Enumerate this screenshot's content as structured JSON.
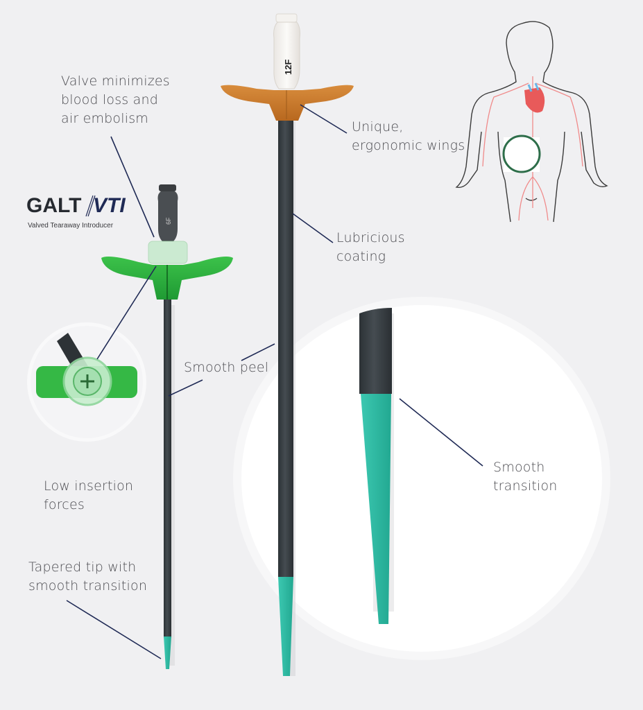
{
  "brand": {
    "logo_main": "GALT",
    "logo_suffix": "VTI",
    "logo_subtitle": "Valved Tearaway Introducer",
    "accent_navy": "#1f2a55",
    "valve_green": "#2fae3f",
    "wing_orange": "#c87a2e",
    "tip_teal": "#2fb8a2",
    "sheath_gray": "#3b4145"
  },
  "devices": [
    {
      "name": "small-introducer",
      "hub_size_label": "6F",
      "wing_color": "green"
    },
    {
      "name": "large-introducer",
      "hub_size_label": "12F",
      "wing_color": "orange"
    }
  ],
  "callouts": {
    "valve": [
      "Valve minimizes",
      "blood loss and",
      "air embolism"
    ],
    "wings": [
      "Unique,",
      "ergonomic wings"
    ],
    "coating": [
      "Lubricious",
      "coating"
    ],
    "peel": [
      "Smooth peel"
    ],
    "insertion": [
      "Low insertion",
      "forces"
    ],
    "tapered_tip": [
      "Tapered tip with",
      "smooth transition"
    ],
    "transition": [
      "Smooth",
      "transition"
    ]
  },
  "anatomy": {
    "description": "human body outline with heart and vessels, highlighted access region",
    "highlight_ring_color": "#2e6e4a"
  }
}
